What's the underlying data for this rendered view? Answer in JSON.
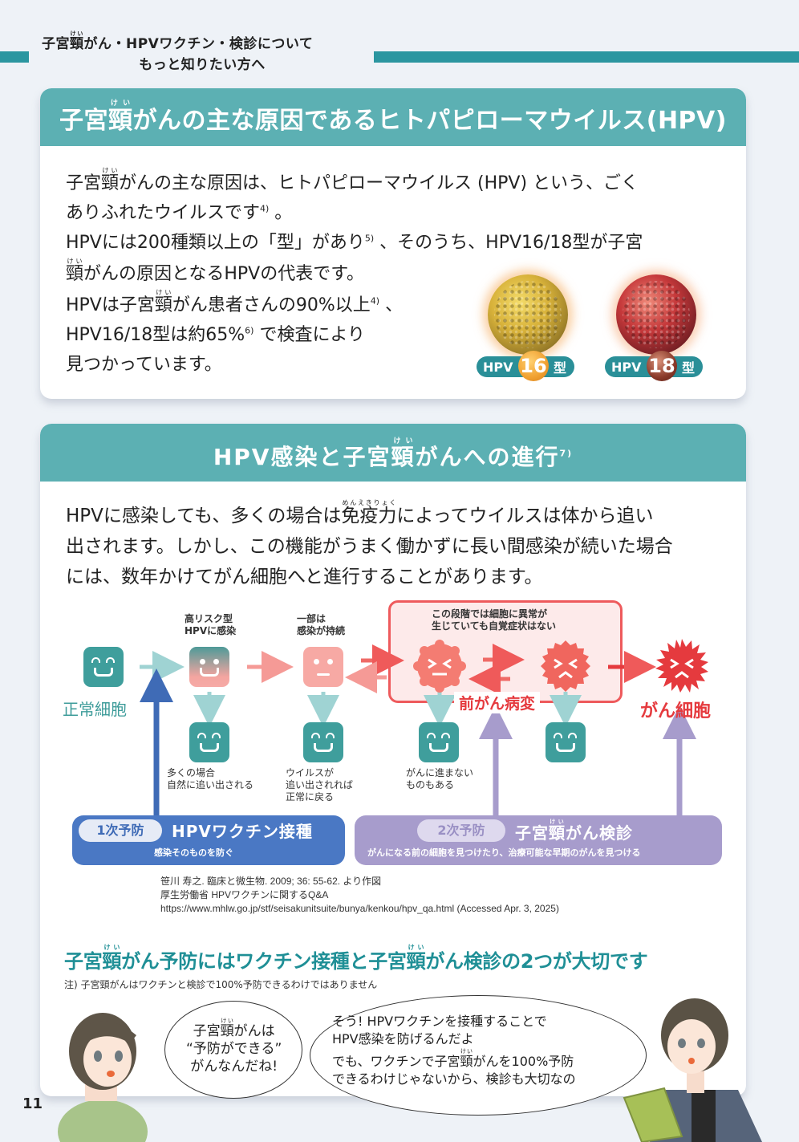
{
  "header": {
    "title_line1_pre": "子宮",
    "title_line1_kanji": "頸",
    "title_line1_ruby": "けい",
    "title_line1_post": "がん・HPVワクチン・検診について",
    "title_line2": "もっと知りたい方へ"
  },
  "section1": {
    "heading_pre": "子宮",
    "heading_kanji": "頸",
    "heading_ruby": "けい",
    "heading_post": "がんの主な原因であるヒトパピローマウイルス(HPV)",
    "lines": [
      {
        "pre": "子宮",
        "kanji": "頸",
        "ruby": "けい",
        "post": "がんの主な原因は、ヒトパピローマウイルス (HPV) という、ごく"
      },
      {
        "text": "ありふれたウイルスです",
        "sup": "4)",
        "after": " 。"
      },
      {
        "text": "HPVには200種類以上の「型」があり",
        "sup": "5)",
        "after": " 、そのうち、HPV16/18型が子宮"
      },
      {
        "kanji": "頸",
        "ruby": "けい",
        "post": "がんの原因となるHPVの代表です。"
      },
      {
        "pre": "HPVは子宮",
        "kanji": "頸",
        "ruby": "けい",
        "post": "がん患者さんの90%以上",
        "sup": "4)",
        "after": " 、"
      },
      {
        "text": "HPV16/18型は約65%",
        "sup": "6)",
        "after": " で検査により"
      },
      {
        "text": "見つかっています。"
      }
    ],
    "badges": [
      {
        "prefix": "HPV",
        "number": "16",
        "suffix": "型"
      },
      {
        "prefix": "HPV",
        "number": "18",
        "suffix": "型"
      }
    ]
  },
  "section2": {
    "heading": "HPV感染と子宮",
    "heading_kanji": "頸",
    "heading_ruby": "けい",
    "heading_post": "がんへの進行",
    "heading_sup": "7)",
    "lines": [
      {
        "pre": "HPVに感染しても、多くの場合は",
        "kanji": "免疫力",
        "ruby": "めんえきりょく",
        "post": "によってウイルスは体から追い"
      },
      {
        "text": "出されます。しかし、この機能がうまく働かずに長い間感染が続いた場合"
      },
      {
        "text": "には、数年かけてがん細胞へと進行することがあります。"
      }
    ],
    "diagram": {
      "normal_cell": "正常細胞",
      "step1_label": [
        "高リスク型",
        "HPVに感染"
      ],
      "step2_label": [
        "一部は",
        "感染が持続"
      ],
      "precancer_note": [
        "この段階では細胞に異常が",
        "生じていても自覚症状はない"
      ],
      "precancer_label": "前がん病変",
      "cancer_label": "がん細胞",
      "outcome1": [
        "多くの場合",
        "自然に追い出される"
      ],
      "outcome2": [
        "ウイルスが",
        "追い出されれば",
        "正常に戻る"
      ],
      "outcome3": [
        "がんに進まない",
        "ものもある"
      ],
      "primary": {
        "pill": "1次予防",
        "title": "HPVワクチン接種",
        "sub": "感染そのものを防ぐ"
      },
      "secondary": {
        "pill": "2次予防",
        "title_pre": "子宮",
        "title_kanji": "頸",
        "title_ruby": "けい",
        "title_post": "がん検診",
        "sub": "がんになる前の細胞を見つけたり、治療可能な早期のがんを見つける"
      }
    },
    "references": [
      "笹川 寿之. 臨床と微生物. 2009; 36: 55-62. より作図",
      "厚生労働省 HPVワクチンに関するQ&A",
      "https://www.mhlw.go.jp/stf/seisakunitsuite/bunya/kenkou/hpv_qa.html  (Accessed Apr. 3, 2025)"
    ],
    "takeaway": {
      "p1": "子宮",
      "k1": "頸",
      "r1": "けい",
      "p2": "がん予防にはワクチン接種と子宮",
      "k2": "頸",
      "r2": "けい",
      "p3": "がん検診の2つが大切です"
    },
    "note": "注) 子宮頸がんはワクチンと検診で100%予防できるわけではありません"
  },
  "dialogue": {
    "girl": {
      "l1_pre": "子宮",
      "l1_kanji": "頸",
      "l1_ruby": "けい",
      "l1_post": "がんは",
      "l2": "“予防ができる”",
      "l3": "がんなんだね!"
    },
    "doctor": {
      "l1": "そう! HPVワクチンを接種することで",
      "l2": "HPV感染を防げるんだよ",
      "l3_pre": "でも、ワクチンで子宮",
      "l3_kanji": "頸",
      "l3_ruby": "けい",
      "l3_post": "がんを100%予防",
      "l4": "できるわけじゃないから、検診も大切なの"
    }
  },
  "page_number": "11",
  "colors": {
    "teal_header": "#5cb0b3",
    "teal_bar": "#2b96a0",
    "cell_teal": "#3f9e9c",
    "cancer_red": "#e53a3e",
    "primary_blue": "#4a78c4",
    "secondary_purple": "#a79ccc"
  }
}
